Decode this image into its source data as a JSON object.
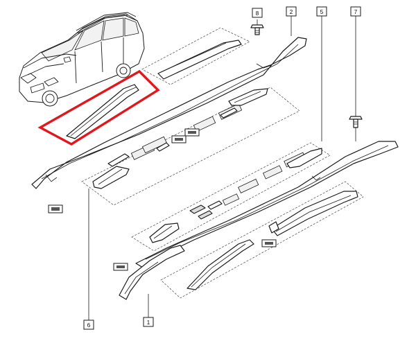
{
  "callouts": {
    "c1": "1",
    "c2": "2",
    "c5": "5",
    "c6": "6",
    "c7": "7",
    "c8": "8"
  },
  "colors": {
    "highlight": "#e0171c",
    "line": "#1a1a1a",
    "part_fill": "#ffffff",
    "chip_fill": "#f0f0f0"
  }
}
